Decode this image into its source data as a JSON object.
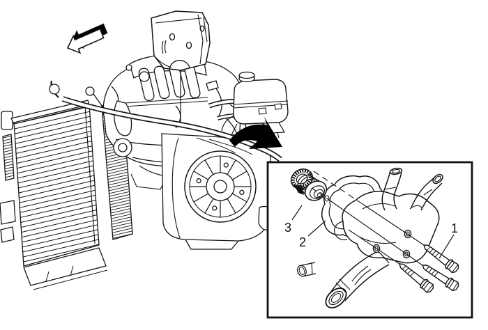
{
  "figure": {
    "type": "service-manual-illustration",
    "colors": {
      "line": "#141414",
      "background": "#ffffff",
      "arrow_fill": "#000000",
      "inset_border": "#111111"
    },
    "callouts": [
      {
        "label": "1"
      },
      {
        "label": "2"
      },
      {
        "label": "3"
      }
    ],
    "icons": [
      {
        "name": "direction-arrow-icon"
      },
      {
        "name": "rotation-arrow-icon"
      }
    ]
  }
}
